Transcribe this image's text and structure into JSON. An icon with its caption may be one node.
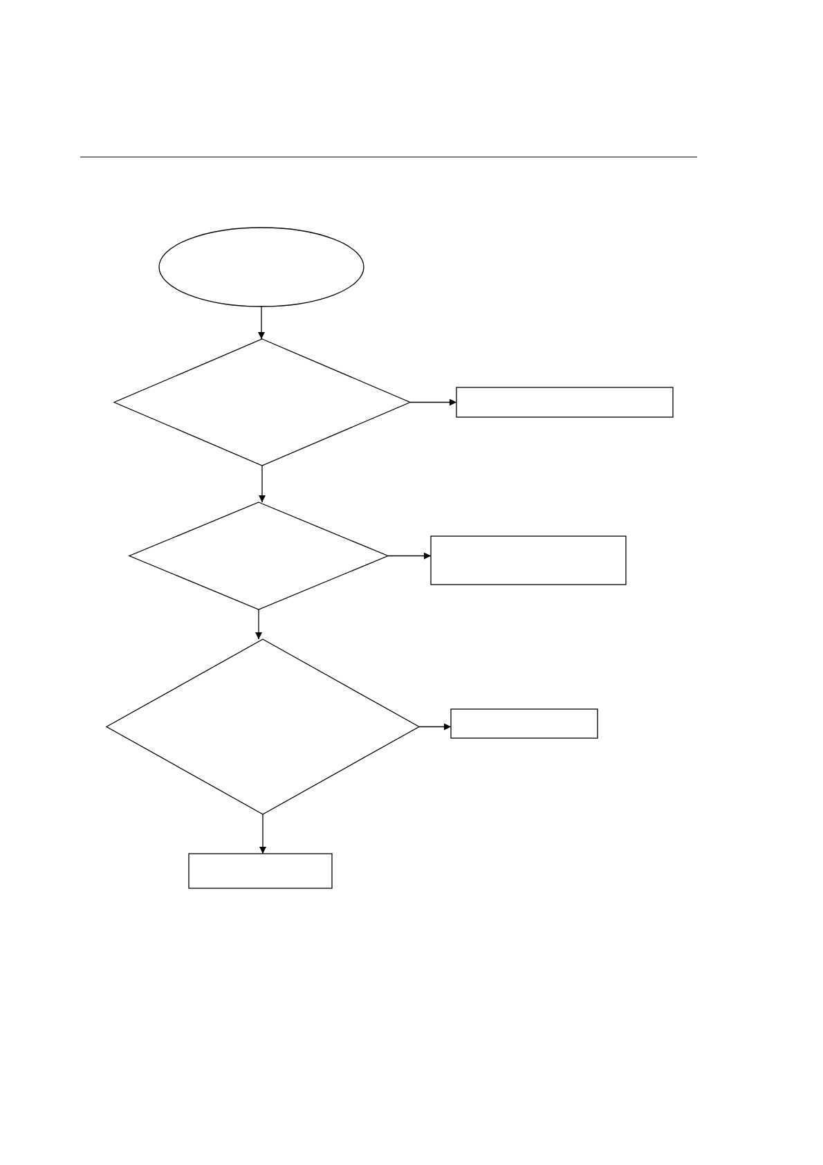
{
  "diagram": {
    "nodes": [
      {
        "text": [],
        "shape": "ellipse"
      },
      {
        "text": [],
        "shape": "diamond"
      },
      {
        "text": [],
        "shape": "box"
      },
      {
        "text": [],
        "shape": "diamond"
      },
      {
        "text": [],
        "shape": "box"
      },
      {
        "text": [],
        "shape": "diamond"
      },
      {
        "text": [],
        "shape": "box"
      },
      {
        "text": [],
        "shape": "box"
      }
    ],
    "edges": [
      {
        "from": 0,
        "to": 1,
        "arrow": "to"
      },
      {
        "from": 1,
        "to": 2,
        "arrow": "to"
      },
      {
        "from": 1,
        "to": 3,
        "arrow": "to"
      },
      {
        "from": 3,
        "to": 4,
        "arrow": "to"
      },
      {
        "from": 3,
        "to": 5,
        "arrow": "to"
      },
      {
        "from": 5,
        "to": 6,
        "arrow": "to"
      },
      {
        "from": 5,
        "to": 7,
        "arrow": "to"
      }
    ]
  }
}
